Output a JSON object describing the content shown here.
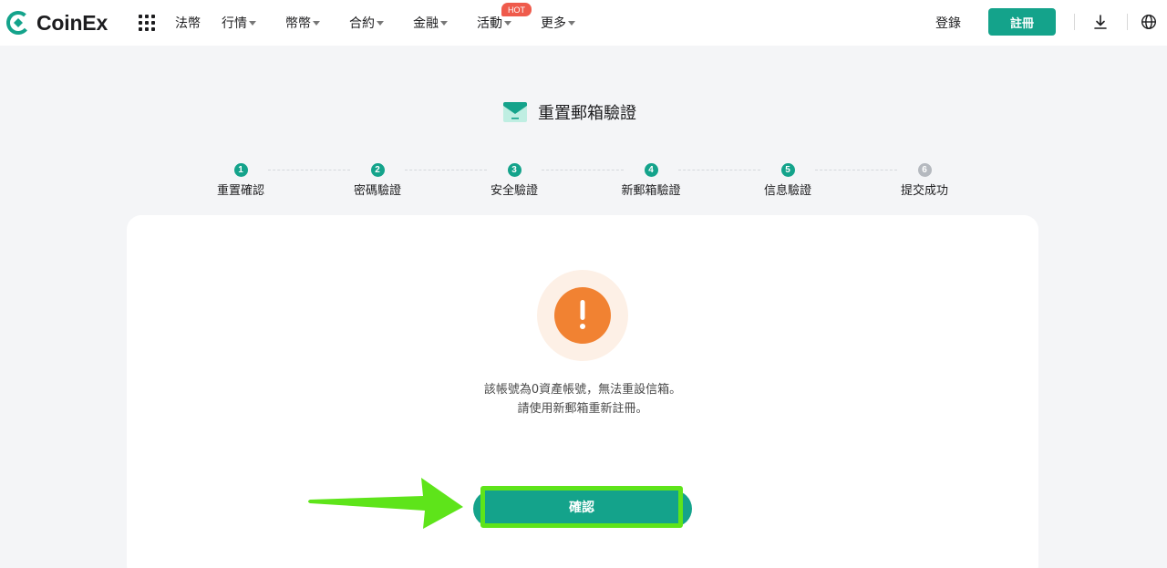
{
  "brand": {
    "name": "CoinEx",
    "color": "#14a38b"
  },
  "nav": {
    "items": [
      {
        "label": "法幣",
        "dropdown": false
      },
      {
        "label": "行情",
        "dropdown": true
      },
      {
        "label": "幣幣",
        "dropdown": true
      },
      {
        "label": "合約",
        "dropdown": true
      },
      {
        "label": "金融",
        "dropdown": true
      },
      {
        "label": "活動",
        "dropdown": true
      },
      {
        "label": "更多",
        "dropdown": true
      }
    ],
    "hot_badge": "HOT",
    "login": "登錄",
    "register": "註冊"
  },
  "page": {
    "title": "重置郵箱驗證",
    "title_icon": "mail-icon"
  },
  "steps": [
    {
      "num": "1",
      "label": "重置確認",
      "active": true
    },
    {
      "num": "2",
      "label": "密碼驗證",
      "active": true
    },
    {
      "num": "3",
      "label": "安全驗證",
      "active": true
    },
    {
      "num": "4",
      "label": "新郵箱驗證",
      "active": true
    },
    {
      "num": "5",
      "label": "信息驗證",
      "active": true
    },
    {
      "num": "6",
      "label": "提交成功",
      "active": false
    }
  ],
  "alert": {
    "icon": "warning-icon",
    "line1": "該帳號為0資產帳號，無法重設信箱。",
    "line2": "請使用新郵箱重新註冊。"
  },
  "confirm_button": "確認",
  "colors": {
    "accent": "#14a38b",
    "warning": "#f18232",
    "highlight": "#5ee41a",
    "hot": "#ef5b4c"
  }
}
